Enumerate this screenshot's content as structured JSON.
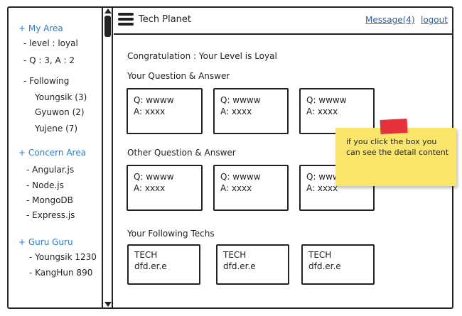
{
  "sidebar": {
    "my_area": "+ My Area",
    "level": "- level : loyal",
    "qa": "- Q : 3, A : 2",
    "following_label": "- Following",
    "following": [
      "Youngsik (3)",
      "Gyuwon (2)",
      "Yujene (7)"
    ],
    "concern_area": "+ Concern Area",
    "concerns": [
      "- Angular.js",
      "- Node.js",
      "- MongoDB",
      "- Express.js"
    ],
    "guru_guru": "+ Guru Guru",
    "gurus": [
      "- Youngsik 1230",
      "- KangHun 890"
    ]
  },
  "header": {
    "title": "Tech Planet",
    "message": "Message(4)",
    "logout": "logout"
  },
  "main": {
    "congrats": "Congratulation : Your Level is Loyal",
    "your_qa_title": "Your Question & Answer",
    "other_qa_title": "Other Question & Answer",
    "following_techs_title": "Your Following Techs",
    "your_qa": [
      {
        "q": "Q: wwww",
        "a": "A: xxxx"
      },
      {
        "q": "Q: wwww",
        "a": "A: xxxx"
      },
      {
        "q": "Q: wwww",
        "a": "A: xxxx"
      }
    ],
    "other_qa": [
      {
        "q": "Q: wwww",
        "a": "A: xxxx"
      },
      {
        "q": "Q: wwww",
        "a": "A: xxxx"
      },
      {
        "q": "Q: wwww",
        "a": "A: xxxx"
      }
    ],
    "techs": [
      {
        "name": "TECH",
        "value": "dfd.er.e"
      },
      {
        "name": "TECH",
        "value": "dfd.er.e"
      },
      {
        "name": "TECH",
        "value": "dfd.er.e"
      }
    ]
  },
  "note": {
    "text": "if you click the box you can see the detail content",
    "color": "#fbe66b",
    "tape_color": "#e5313a"
  },
  "colors": {
    "accent": "#2b79d8",
    "link": "#2b5fb5"
  },
  "icons": {
    "menu": "hamburger-menu-icon"
  }
}
